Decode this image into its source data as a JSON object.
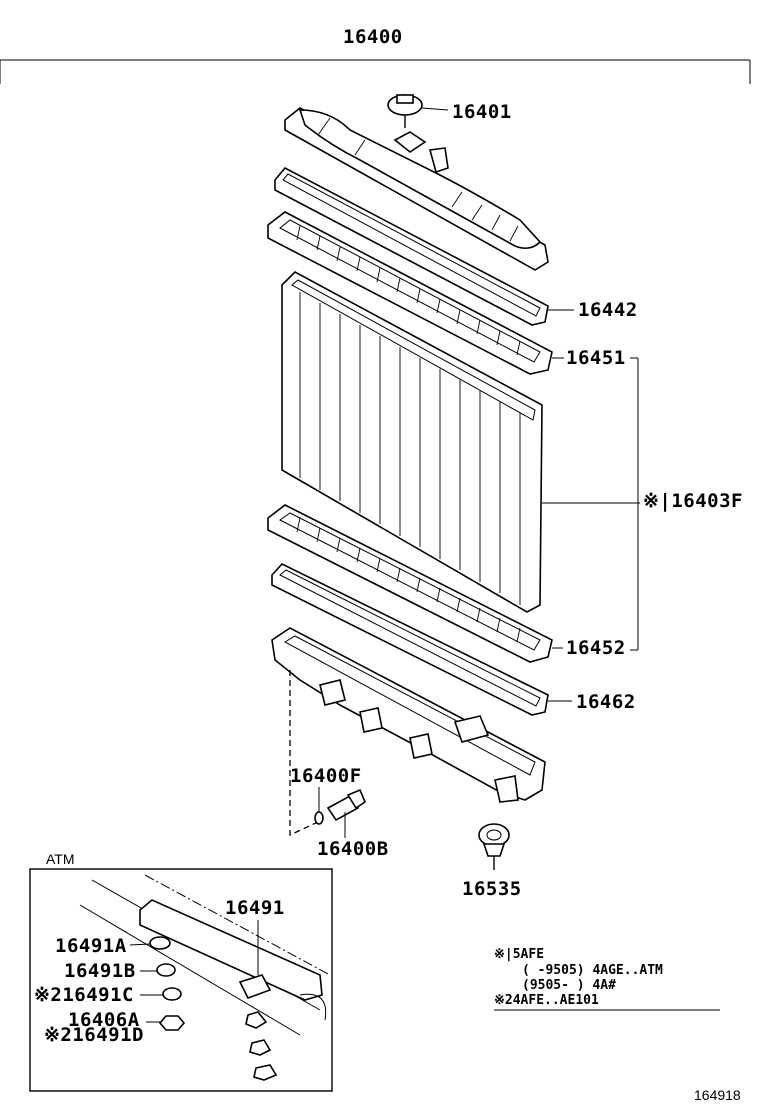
{
  "diagram": {
    "labels": {
      "assembly": "16400",
      "cap": "16401",
      "upper_packing": "16442",
      "upper_plate": "16451",
      "core": "※|16403F",
      "lower_plate": "16452",
      "lower_packing": "16462",
      "drain_gasket": "16400F",
      "drain_cock": "16400B",
      "bottom_cap": "16535"
    },
    "atm": {
      "title": "ATM",
      "labels": {
        "pipe": "16491",
        "a": "16491A",
        "b": "16491B",
        "c": "※216491C",
        "nut": "16406A",
        "d": "※216491D"
      }
    },
    "notes": {
      "line1": "※|5AFE",
      "line2": "(       -9505) 4AGE..ATM",
      "line3": "(9505-      ) 4A#",
      "line4": "※24AFE..AE101"
    },
    "figure_number": "164918"
  }
}
